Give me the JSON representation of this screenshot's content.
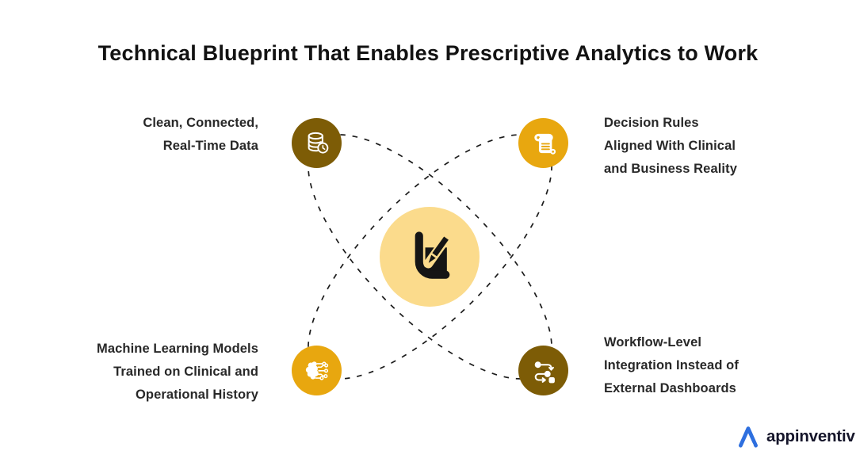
{
  "title": "Technical Blueprint That Enables Prescriptive Analytics to Work",
  "nodes": {
    "top_left": {
      "lines": [
        "Clean, Connected,",
        "Real-Time Data"
      ],
      "icon": "database-clock-icon",
      "circle_color": "#7D5C06"
    },
    "top_right": {
      "lines": [
        "Decision Rules",
        "Aligned With Clinical",
        "and Business Reality"
      ],
      "icon": "scroll-icon",
      "circle_color": "#E8A70F"
    },
    "bottom_left": {
      "lines": [
        "Machine Learning Models",
        "Trained on Clinical and",
        "Operational History"
      ],
      "icon": "brain-circuit-icon",
      "circle_color": "#E8A70F"
    },
    "bottom_right": {
      "lines": [
        "Workflow-Level",
        "Integration Instead of",
        "External Dashboards"
      ],
      "icon": "workflow-icon",
      "circle_color": "#7D5C06"
    }
  },
  "center": {
    "icon": "blueprint-edit-icon",
    "circle_color": "#FBDB8C",
    "icon_color": "#151515"
  },
  "connectors": {
    "style": "dashed-ellipses",
    "color": "#1C1C1C"
  },
  "logo": {
    "text": "appinventiv",
    "icon": "appinventiv-triangle-icon",
    "icon_color": "#2E6FDF",
    "text_color": "#15152A"
  },
  "colors": {
    "background": "#FFFFFF",
    "title_text": "#121212",
    "label_text": "#282828",
    "dark_olive": "#7D5C06",
    "gold": "#E8A70F",
    "cream": "#FBDB8C"
  }
}
